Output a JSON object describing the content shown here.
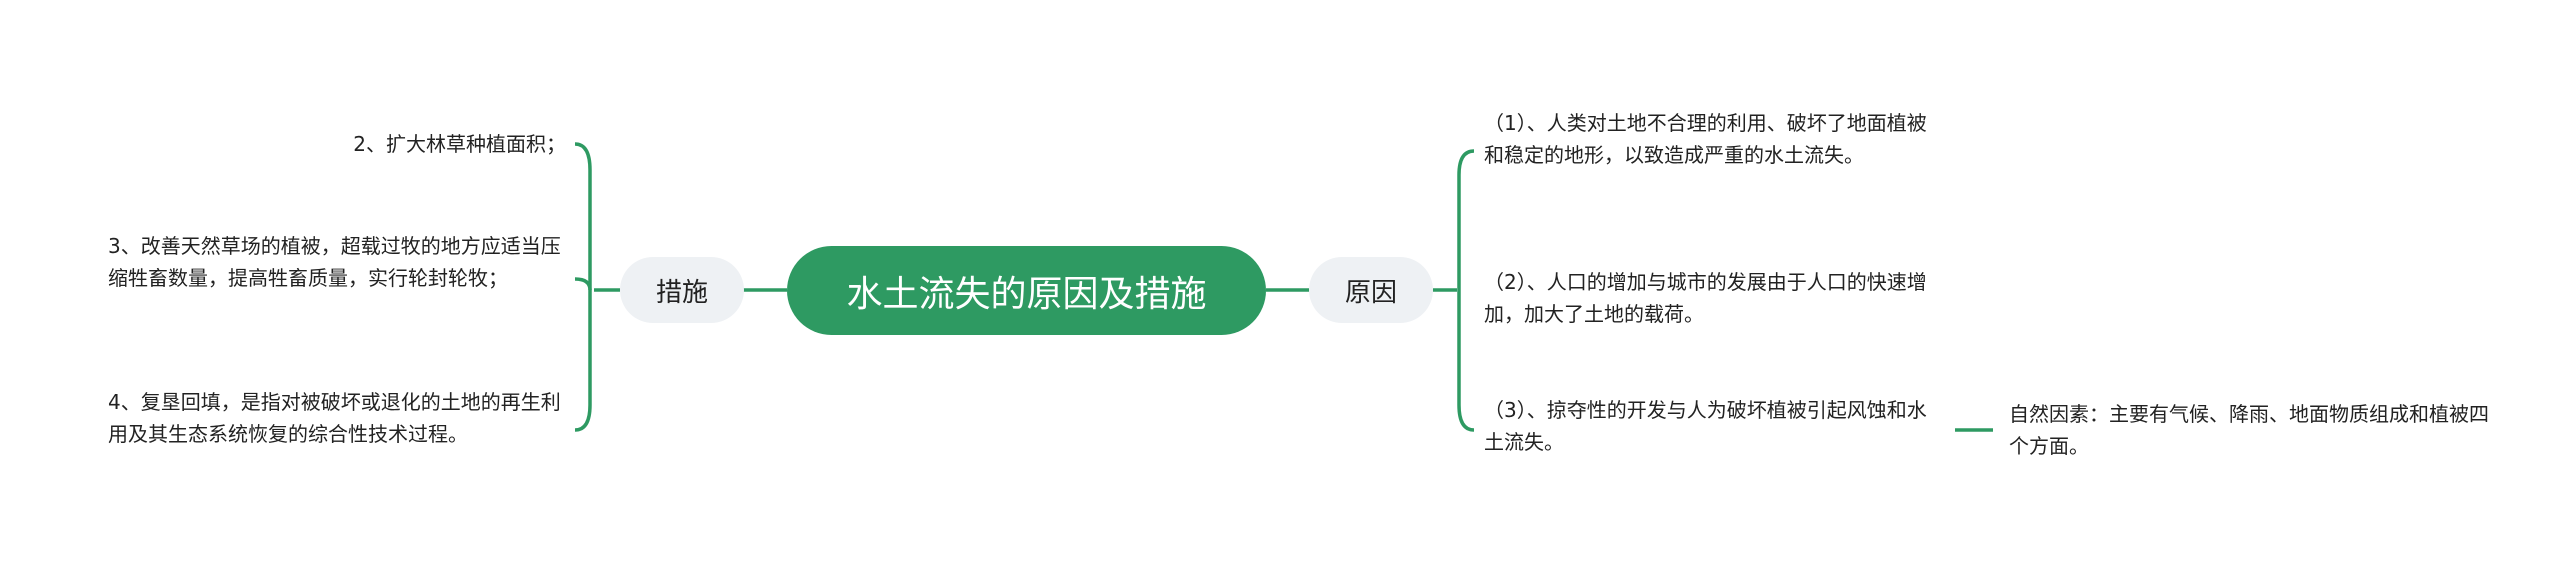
{
  "root": {
    "label": "水土流失的原因及措施"
  },
  "branches": {
    "measures": {
      "label": "措施",
      "items": [
        "2、扩大林草种植面积；",
        "3、改善天然草场的植被，超载过牧的地方应适当压缩牲畜数量，提高牲畜质量，实行轮封轮牧；",
        "4、复垦回填，是指对被破坏或退化的土地的再生利用及其生态系统恢复的综合性技术过程。"
      ]
    },
    "causes": {
      "label": "原因",
      "items": [
        "（1）、人类对土地不合理的利用、破坏了地面植被和稳定的地形，以致造成严重的水土流失。",
        "（2）、人口的增加与城市的发展由于人口的快速增加，加大了土地的载荷。",
        "（3）、掠夺性的开发与人为破坏植被引起风蚀和水土流失。"
      ],
      "sub": "自然因素：主要有气候、降雨、地面物质组成和植被四个方面。"
    }
  },
  "colors": {
    "accent": "#2e9a62",
    "branch_bg": "#eef1f4"
  }
}
